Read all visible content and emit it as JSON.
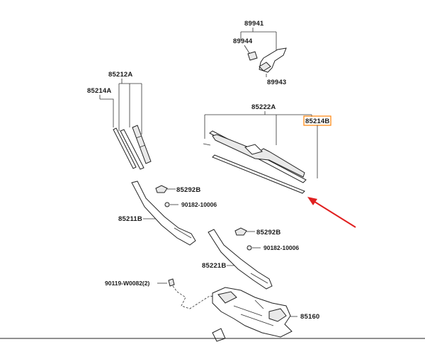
{
  "parts": {
    "p89941": "89941",
    "p89944": "89944",
    "p89943": "89943",
    "p85212A": "85212A",
    "p85214A": "85214A",
    "p85222A": "85222A",
    "p85214B": "85214B",
    "p85292B_1": "85292B",
    "p90182_1": "90182-10006",
    "p85211B": "85211B",
    "p85292B_2": "85292B",
    "p90182_2": "90182-10006",
    "p85221B": "85221B",
    "p90119": "90119-W0082(2)",
    "p85160": "85160"
  },
  "highlight": {
    "target": "85214B",
    "box_color": "#ff8c1a",
    "arrow_color": "#e02020"
  }
}
